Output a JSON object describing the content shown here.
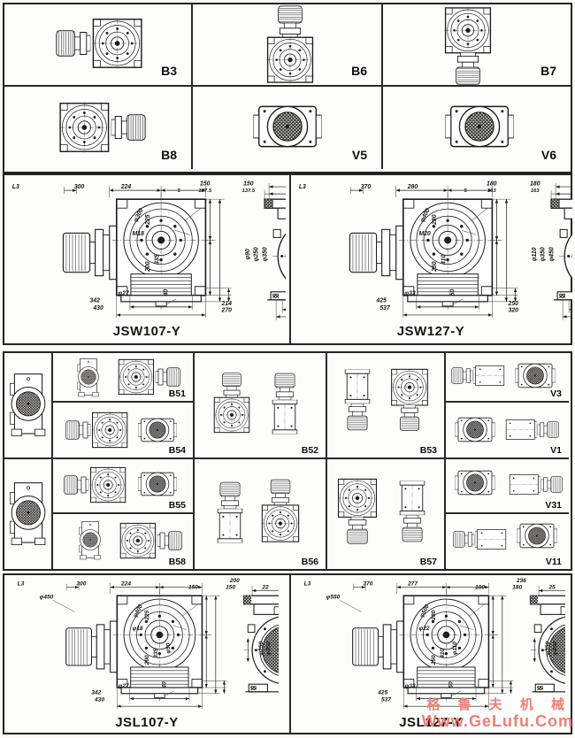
{
  "page": {
    "background": "#fbfaf8",
    "line_color": "#1b1b1b"
  },
  "top_grid": {
    "cells": [
      {
        "label": "B3"
      },
      {
        "label": "B6"
      },
      {
        "label": "B7"
      },
      {
        "label": "B8"
      },
      {
        "label": "V5"
      },
      {
        "label": "V6"
      }
    ]
  },
  "middle_grid": {
    "cells": [
      {
        "label": "B51"
      },
      {
        "label": "B54"
      },
      {
        "label": "B52"
      },
      {
        "label": "B53"
      },
      {
        "label": "V3"
      },
      {
        "label": "V1"
      },
      {
        "label": "B55"
      },
      {
        "label": "B58"
      },
      {
        "label": "B56"
      },
      {
        "label": "B57"
      },
      {
        "label": "V31"
      },
      {
        "label": "V11"
      }
    ]
  },
  "drawings": {
    "jsw107": {
      "title": "JSW107-Y",
      "left": {
        "l3": "L3",
        "top1": "300",
        "top2": "224",
        "dia": "φ300",
        "thread": "M18",
        "r1": "225",
        "r2": "200",
        "r3": "335",
        "b1": "342",
        "bdia": "φ27",
        "b2": "430",
        "b3": "40"
      },
      "right": {
        "t1": "150",
        "t2": "150",
        "t3": "5",
        "t4": "137.5",
        "t5": "137.5",
        "d1": "φ90",
        "d2": "φ250",
        "d3": "φ350",
        "b1": "214",
        "b2": "270"
      }
    },
    "jsw127": {
      "title": "JSW127-Y",
      "left": {
        "l3": "L3",
        "top1": "370",
        "top2": "280",
        "dia": "φ400",
        "thread": "M20",
        "r1": "280",
        "r2": "250",
        "r3": "410",
        "b1": "425",
        "bdia": "φ33",
        "b2": "537",
        "b3": "50"
      },
      "right": {
        "t1": "180",
        "t2": "180",
        "t3": "5",
        "t4": "163",
        "t5": "163",
        "d1": "φ110",
        "d2": "φ350",
        "d3": "φ450",
        "b1": "250",
        "b2": "320"
      }
    },
    "jsl107": {
      "title": "JSL107-Y",
      "left": {
        "l3": "L3",
        "dia0": "φ450",
        "top1": "300",
        "top2": "224",
        "dia": "φ400",
        "thread": "φ18",
        "r1": "225",
        "r2": "200",
        "r3": "335",
        "b1": "342",
        "bdia": "φ27",
        "b2": "430",
        "b3": "40"
      },
      "right": {
        "t0": "200",
        "t1": "150",
        "t2": "150",
        "t3": "22",
        "dl": "φ90",
        "d2": "φ250",
        "d3": "φ350"
      }
    },
    "jsl127": {
      "title": "JSL127-Y",
      "left": {
        "l3": "L3",
        "dia0": "φ550",
        "top1": "370",
        "top2": "277",
        "dia": "φ500",
        "thread": "φ22",
        "r1": "280",
        "r2": "250",
        "r3": "410",
        "b1": "425",
        "bdia": "φ33",
        "b2": "537",
        "b3": "50"
      },
      "right": {
        "t0": "236",
        "t1": "180",
        "t2": "180",
        "t3": "25",
        "dl": "φ110",
        "d2": "φ350",
        "d3": "φ450"
      }
    }
  },
  "watermark": {
    "line1": "格 鲁 夫 机 械",
    "line2": "Www.GeLufu.Com",
    "color": "#ee8077"
  }
}
